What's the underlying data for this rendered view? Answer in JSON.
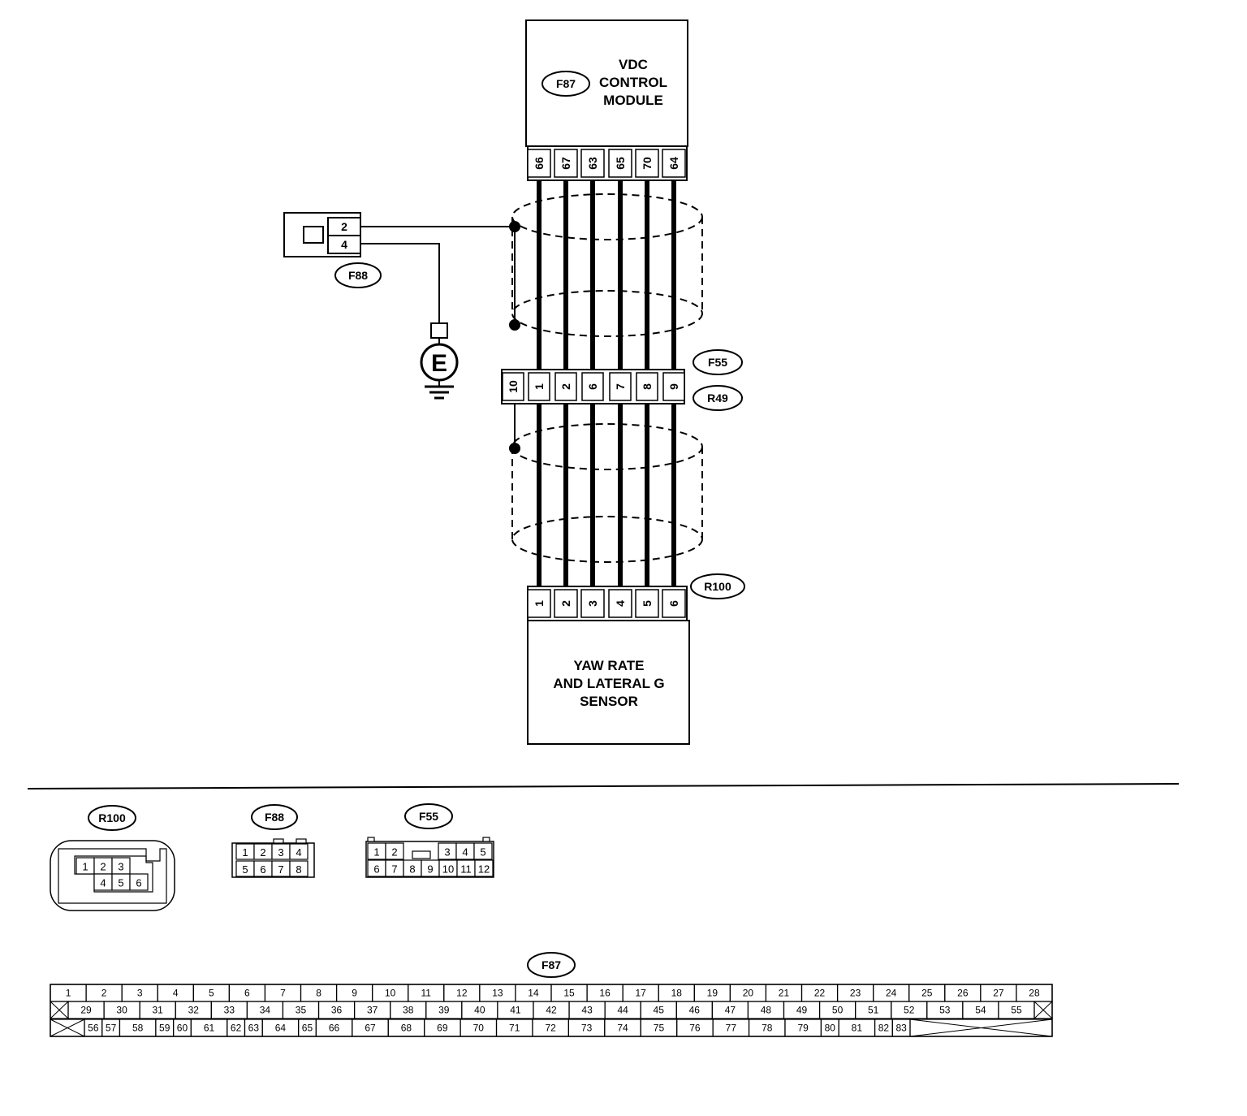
{
  "modules": {
    "vdc": {
      "code": "F87",
      "lines": [
        "VDC",
        "CONTROL",
        "MODULE"
      ]
    },
    "yaw": {
      "lines": [
        "YAW RATE",
        "AND LATERAL G",
        "SENSOR"
      ]
    }
  },
  "vdc_pins": [
    "66",
    "67",
    "63",
    "65",
    "70",
    "64"
  ],
  "yaw_connector": {
    "code": "R100",
    "pins": [
      "1",
      "2",
      "3",
      "4",
      "5",
      "6"
    ]
  },
  "joint_connector": {
    "codes": [
      "F55",
      "R49"
    ],
    "pins": [
      "10",
      "1",
      "2",
      "6",
      "7",
      "8",
      "9"
    ]
  },
  "shield_connector": {
    "code": "F88",
    "pins": [
      "2",
      "4"
    ]
  },
  "ground_label": "E",
  "connector_views": {
    "r100": {
      "code": "R100",
      "row1": [
        "1",
        "2",
        "3"
      ],
      "row2": [
        "4",
        "5",
        "6"
      ]
    },
    "f88": {
      "code": "F88",
      "row1": [
        "1",
        "2",
        "3",
        "4"
      ],
      "row2": [
        "5",
        "6",
        "7",
        "8"
      ]
    },
    "f55": {
      "code": "F55",
      "row1a": [
        "1",
        "2"
      ],
      "row1b": [
        "3",
        "4",
        "5"
      ],
      "row2": [
        "6",
        "7",
        "8",
        "9",
        "10",
        "11",
        "12"
      ]
    },
    "f87": {
      "code": "F87",
      "row1": [
        "1",
        "2",
        "3",
        "4",
        "5",
        "6",
        "7",
        "8",
        "9",
        "10",
        "11",
        "12",
        "13",
        "14",
        "15",
        "16",
        "17",
        "18",
        "19",
        "20",
        "21",
        "22",
        "23",
        "24",
        "25",
        "26",
        "27",
        "28"
      ],
      "row2": [
        "29",
        "30",
        "31",
        "32",
        "33",
        "34",
        "35",
        "36",
        "37",
        "38",
        "39",
        "40",
        "41",
        "42",
        "43",
        "44",
        "45",
        "46",
        "47",
        "48",
        "49",
        "50",
        "51",
        "52",
        "53",
        "54",
        "55"
      ],
      "row3": [
        "56",
        "57",
        "58",
        "59",
        "60",
        "61",
        "62",
        "63",
        "64",
        "65",
        "66",
        "67",
        "68",
        "69",
        "70",
        "71",
        "72",
        "73",
        "74",
        "75",
        "76",
        "77",
        "78",
        "79",
        "80",
        "81",
        "82",
        "83"
      ]
    }
  }
}
